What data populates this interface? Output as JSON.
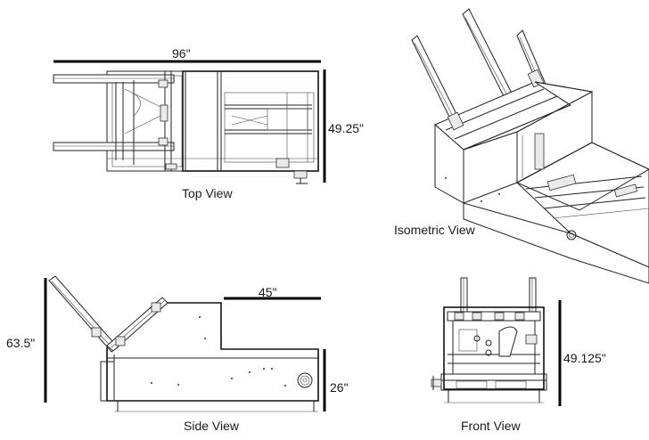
{
  "views": {
    "top": {
      "label": "Top View",
      "width_dim": "96\"",
      "depth_dim": "49.25\""
    },
    "isometric": {
      "label": "Isometric View"
    },
    "side": {
      "label": "Side View",
      "height_dim": "63.5\"",
      "length_dim": "45\"",
      "table_dim": "26\""
    },
    "front": {
      "label": "Front View",
      "height_dim": "49.125\""
    }
  }
}
